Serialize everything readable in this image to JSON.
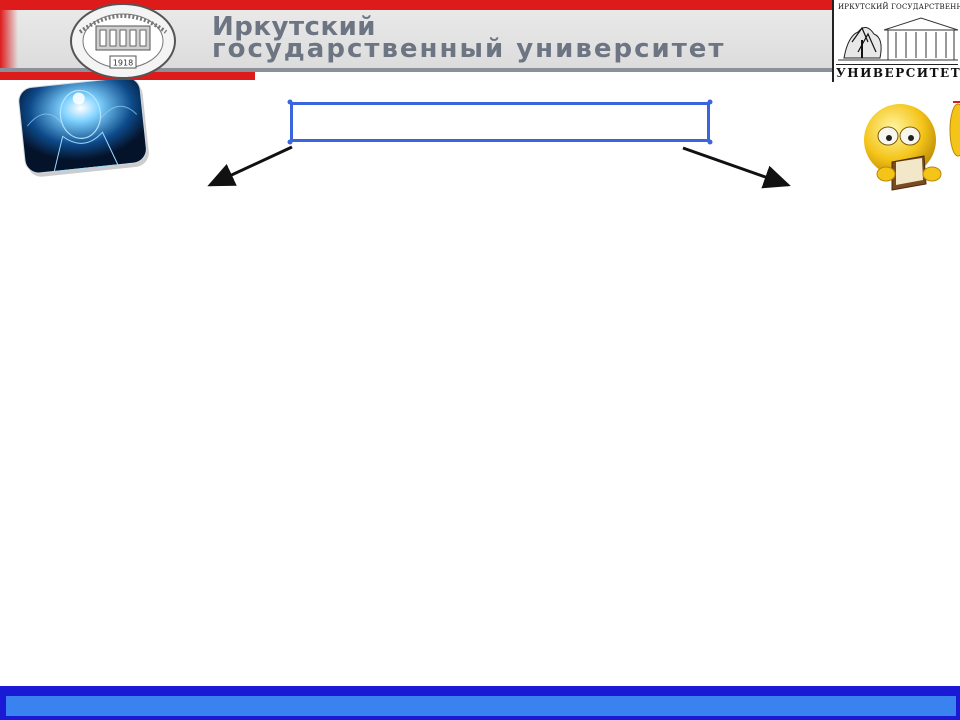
{
  "header": {
    "title_line1": "Иркутский",
    "title_line2": "государственный университет",
    "seal_year": "1918",
    "logo_top_text": "ИРКУТСКИЙ ГОСУДАРСТВЕННЫЙ",
    "logo_bottom_text": "УНИВЕРСИТЕТ",
    "colors": {
      "red": "#dd1b1b",
      "grey_text": "#6d7583",
      "banner": "#e3e3e3"
    }
  },
  "main": {
    "title_box_text": "",
    "box_color": "#3a66dd",
    "left_image": "glowing-head-image",
    "right_image": "reading-smiley-image"
  },
  "footer": {
    "colors": {
      "outer": "#1a1ad6",
      "inner": "#3a82f0"
    }
  }
}
